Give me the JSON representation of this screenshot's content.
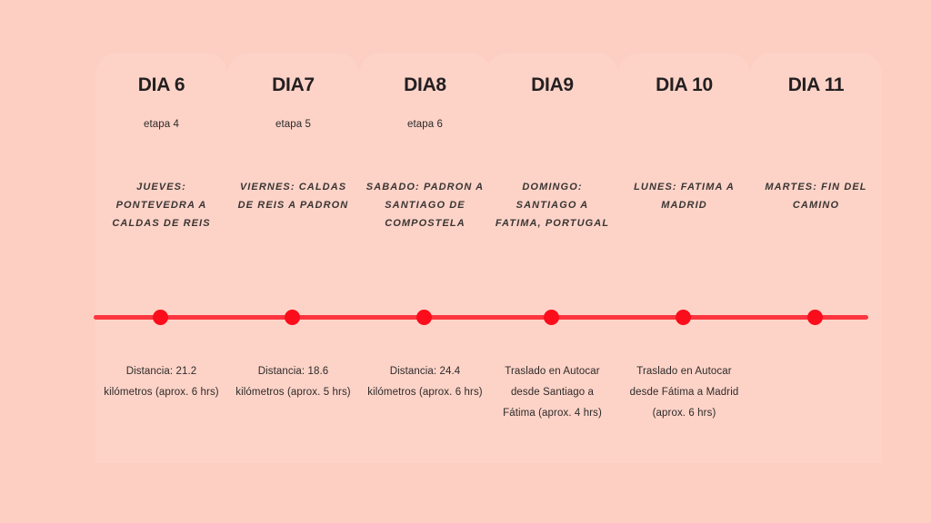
{
  "theme": {
    "background_color": "#fdcec2",
    "card_color": "#fdd3c8",
    "timeline_color": "#fb3640",
    "dot_color": "#fb0d1b",
    "text_color": "#231f20"
  },
  "timeline": {
    "name": "camino-itinerary-timeline",
    "dot_count": 6
  },
  "columns": [
    {
      "day": "DIA 6",
      "stage": "etapa 4",
      "route": "JUEVES: PONTEVEDRA A CALDAS DE REIS",
      "detail": "Distancia: 21.2 kilómetros (aprox. 6 hrs)"
    },
    {
      "day": "DIA7",
      "stage": "etapa 5",
      "route": "VIERNES: CALDAS DE REIS A PADRON",
      "detail": "Distancia: 18.6 kilómetros (aprox. 5 hrs)"
    },
    {
      "day": "DIA8",
      "stage": "etapa 6",
      "route": "SABADO: PADRON A SANTIAGO DE COMPOSTELA",
      "detail": "Distancia: 24.4 kilómetros (aprox. 6 hrs)"
    },
    {
      "day": "DIA9",
      "stage": "",
      "route": "DOMINGO: SANTIAGO A FATIMA, PORTUGAL",
      "detail": "Traslado en Autocar desde Santiago a Fátima (aprox. 4 hrs)"
    },
    {
      "day": "DIA 10",
      "stage": "",
      "route": "LUNES: FATIMA A MADRID",
      "detail": "Traslado en Autocar desde Fátima a Madrid (aprox. 6 hrs)"
    },
    {
      "day": "DIA 11",
      "stage": "",
      "route": "MARTES: FIN DEL CAMINO",
      "detail": ""
    }
  ]
}
